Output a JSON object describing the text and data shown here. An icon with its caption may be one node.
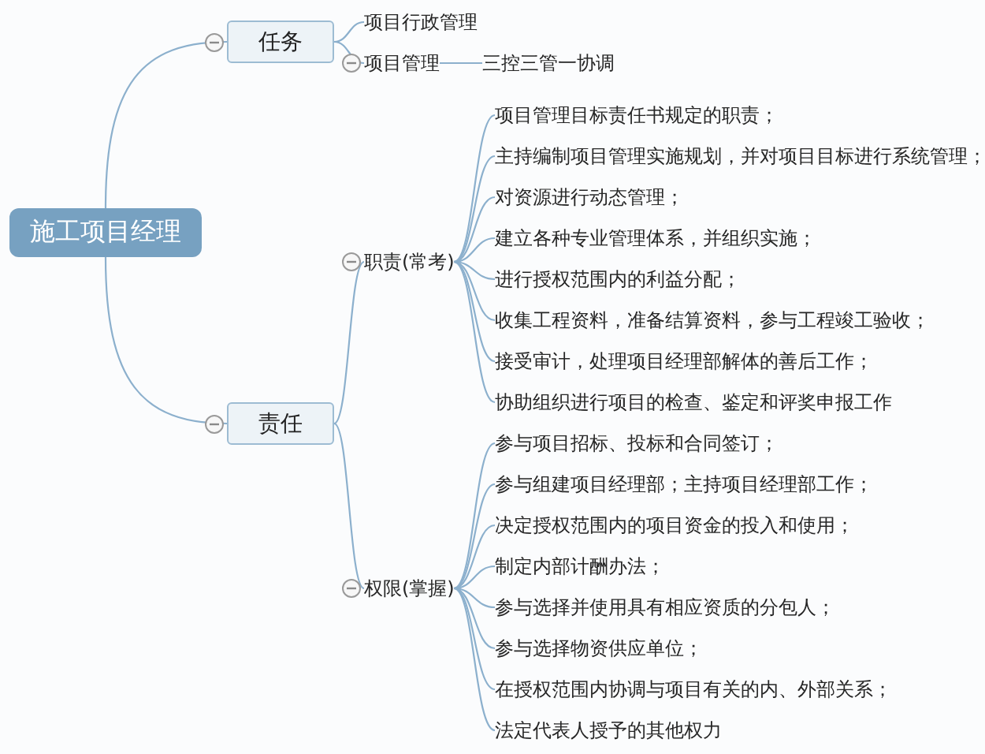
{
  "diagram": {
    "nodes": [
      {
        "text": [
          "施工项目经理"
        ]
      },
      {
        "text": [
          "任务"
        ]
      },
      {
        "text": [
          "项目行政管理"
        ]
      },
      {
        "text": [
          "项目管理"
        ]
      },
      {
        "text": [
          "三控三管一协调"
        ]
      },
      {
        "text": [
          "责任"
        ]
      },
      {
        "text": [
          "职责(常考)"
        ]
      },
      {
        "text": [
          "项目管理目标责任书规定的职责；"
        ]
      },
      {
        "text": [
          "主持编制项目管理实施规划，并对项目目标进行系统管理；"
        ]
      },
      {
        "text": [
          "对资源进行动态管理；"
        ]
      },
      {
        "text": [
          "建立各种专业管理体系，并组织实施；"
        ]
      },
      {
        "text": [
          "进行授权范围内的利益分配；"
        ]
      },
      {
        "text": [
          "收集工程资料，准备结算资料，参与工程竣工验收；"
        ]
      },
      {
        "text": [
          "接受审计，处理项目经理部解体的善后工作；"
        ]
      },
      {
        "text": [
          "协助组织进行项目的检查、鉴定和评奖申报工作"
        ]
      },
      {
        "text": [
          "权限(掌握)"
        ]
      },
      {
        "text": [
          "参与项目招标、投标和合同签订；"
        ]
      },
      {
        "text": [
          "参与组建项目经理部；主持项目经理部工作；"
        ]
      },
      {
        "text": [
          "决定授权范围内的项目资金的投入和使用；"
        ]
      },
      {
        "text": [
          "制定内部计酬办法；"
        ]
      },
      {
        "text": [
          "参与选择并使用具有相应资质的分包人；"
        ]
      },
      {
        "text": [
          "参与选择物资供应单位；"
        ]
      },
      {
        "text": [
          "在授权范围内协调与项目有关的内、外部关系；"
        ]
      },
      {
        "text": [
          "法定代表人授予的其他权力"
        ]
      }
    ],
    "edges": [
      {
        "from": 0,
        "to": 1,
        "arrow": "none"
      },
      {
        "from": 1,
        "to": 2,
        "arrow": "none"
      },
      {
        "from": 1,
        "to": 3,
        "arrow": "none"
      },
      {
        "from": 3,
        "to": 4,
        "arrow": "none"
      },
      {
        "from": 0,
        "to": 5,
        "arrow": "none"
      },
      {
        "from": 5,
        "to": 6,
        "arrow": "none"
      },
      {
        "from": 6,
        "to": 7,
        "arrow": "none"
      },
      {
        "from": 6,
        "to": 8,
        "arrow": "none"
      },
      {
        "from": 6,
        "to": 9,
        "arrow": "none"
      },
      {
        "from": 6,
        "to": 10,
        "arrow": "none"
      },
      {
        "from": 6,
        "to": 11,
        "arrow": "none"
      },
      {
        "from": 6,
        "to": 12,
        "arrow": "none"
      },
      {
        "from": 6,
        "to": 13,
        "arrow": "none"
      },
      {
        "from": 6,
        "to": 14,
        "arrow": "none"
      },
      {
        "from": 5,
        "to": 15,
        "arrow": "none"
      },
      {
        "from": 15,
        "to": 16,
        "arrow": "none"
      },
      {
        "from": 15,
        "to": 17,
        "arrow": "none"
      },
      {
        "from": 15,
        "to": 18,
        "arrow": "none"
      },
      {
        "from": 15,
        "to": 19,
        "arrow": "none"
      },
      {
        "from": 15,
        "to": 20,
        "arrow": "none"
      },
      {
        "from": 15,
        "to": 21,
        "arrow": "none"
      },
      {
        "from": 15,
        "to": 22,
        "arrow": "none"
      },
      {
        "from": 15,
        "to": 23,
        "arrow": "none"
      }
    ]
  }
}
